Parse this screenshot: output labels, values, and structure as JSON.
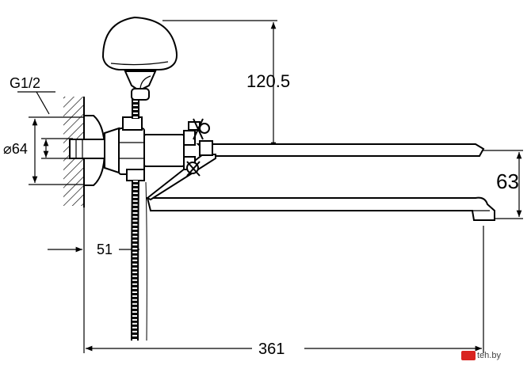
{
  "dimensions": {
    "thread": "G1/2",
    "diameter": "⌀64",
    "head_height": "120.5",
    "spout_drop": "63",
    "wall_offset": "51",
    "spout_length": "361"
  },
  "watermark": {
    "text": "teh.by",
    "brand_color": "#d9231f"
  }
}
